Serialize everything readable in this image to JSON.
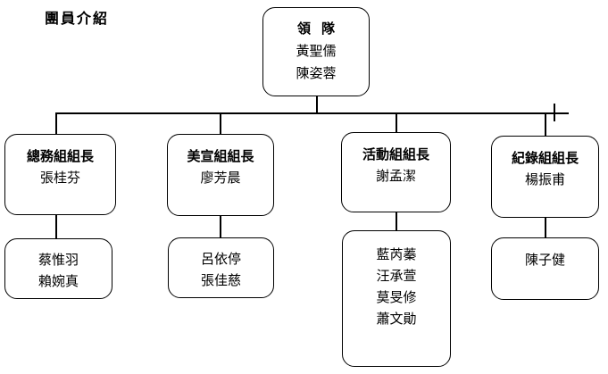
{
  "title": "團員介紹",
  "leader": {
    "role": "領隊",
    "names": [
      "黃聖儒",
      "陳姿蓉"
    ]
  },
  "teams": [
    {
      "role": "總務組組長",
      "leader": "張桂芬",
      "members": [
        "蔡惟羽",
        "賴婉真"
      ]
    },
    {
      "role": "美宣組組長",
      "leader": "廖芳晨",
      "members": [
        "呂依停",
        "張佳慈"
      ]
    },
    {
      "role": "活動組組長",
      "leader": "謝孟潔",
      "members": [
        "藍芮蓁",
        "汪承萱",
        "莫旻修",
        "蕭文勛"
      ]
    },
    {
      "role": "紀錄組組長",
      "leader": "楊振甫",
      "members": [
        "陳子健"
      ]
    }
  ]
}
